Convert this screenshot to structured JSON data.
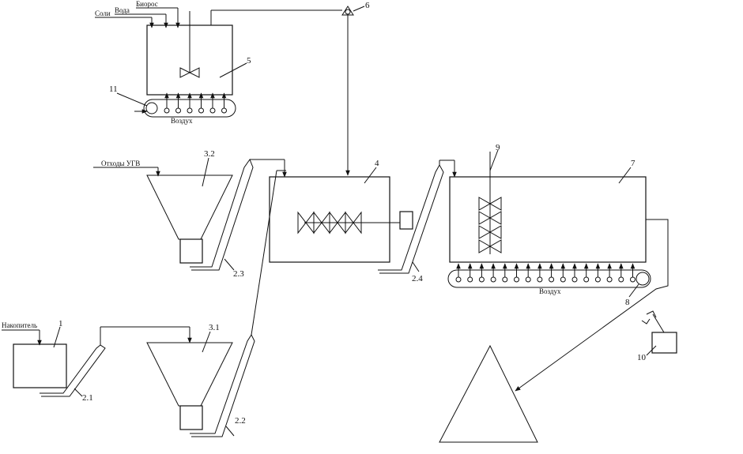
{
  "inputs": {
    "salts": "Соли",
    "water": "Вода",
    "biopreparation": "Биорос",
    "coal_waste": "Отходы УГВ",
    "accumulator": "Накопитель"
  },
  "air_labels": {
    "tank": "Воздух",
    "dryer": "Воздух"
  },
  "numbers": {
    "n1": "1",
    "n2_1": "2.1",
    "n2_2": "2.2",
    "n2_3": "2.3",
    "n2_4": "2.4",
    "n3_1": "3.1",
    "n3_2": "3.2",
    "n4": "4",
    "n5": "5",
    "n6": "6",
    "n7": "7",
    "n8": "8",
    "n9": "9",
    "n10": "10",
    "n11": "11"
  }
}
